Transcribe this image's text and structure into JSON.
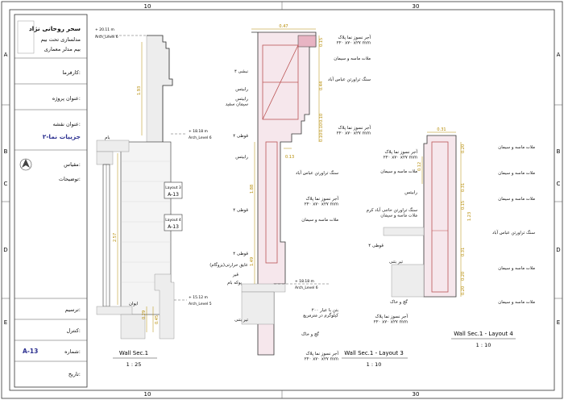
{
  "grid": {
    "top_numbers": [
      "10",
      "30"
    ],
    "bottom_numbers": [
      "10",
      "30"
    ],
    "row_letters": [
      "A",
      "B",
      "C",
      "D",
      "E"
    ]
  },
  "title_block": {
    "firm_line1": "سحر روحانی نژاد",
    "firm_line2": "مدلسازی تحت بیم",
    "firm_line3": "بیم مدلر معماری",
    "employer_label": "کارفرما:",
    "project_label": "عنوان پروژه:",
    "sheet_title_label": "عنوان نقشه:",
    "sheet_title_value": "جزییات نما-۲",
    "scale_label": "مقیاس:",
    "notes_label": "توضیحات:",
    "drawn_label": "ترسیم:",
    "check_label": "کنترل:",
    "number_label": "شماره:",
    "number_value": "A-13",
    "date_label": "تاریخ:"
  },
  "section1": {
    "title": "Wall Sec.1",
    "scale": "1 : 25",
    "levels": [
      {
        "elev": "+ 20.11 m",
        "name": "Arch_Level 6"
      },
      {
        "elev": "+ 18.18 m",
        "name": "Arch_Level 6"
      },
      {
        "elev": "+ 15.12 m",
        "name": "Arch_Level 5"
      }
    ],
    "dims": [
      "1.93",
      "2.57",
      "0.29",
      "0.45"
    ],
    "callouts": [
      {
        "ref": "Layout 3",
        "sheet": "A-13"
      },
      {
        "ref": "Layout 4",
        "sheet": "A-13"
      }
    ],
    "labels": [
      "بام",
      "ایوان"
    ]
  },
  "section3": {
    "title": "Wall Sec.1 - Layout 3",
    "scale": "1 : 10",
    "top_dim": "0.47",
    "right_dims": [
      "0.15",
      "0.44",
      "0.10",
      "0.10",
      "0.10"
    ],
    "inner_dims": [
      "0.13",
      "1.88",
      "1.49"
    ],
    "level": {
      "elev": "+ 18.18 m",
      "name": "Arch_Level 6"
    },
    "left_labels": [
      "نبشی ۴",
      "رابیتس",
      "رابیتس\nسیمان سفید",
      "قوطی ۴",
      "رابیتس",
      "قوطی ۴",
      "قوطی ۴",
      "عایق حرارتی(یزوگام)",
      "قیر",
      "پوکه بام",
      "تیر بتنی"
    ],
    "right_labels": [
      "آجر نسوز نما پلاک\n۲۲۰ x۷۰ x۲۷ mm",
      "ملات ماسه و سیمان",
      "سنگ تراورتن عباس آباد",
      "آجر نسوز نما پلاک\n۲۲۰ x۷۰ x۲۷ mm",
      "سنگ تراورتن عباس آباد",
      "آجر نسوز نما پلاک\n۲۲۰ x۷۰ x۲۷ mm",
      "ملات ماسه و سیمان",
      "بتن با عیار ۲۰۰\nکیلوگرم در مترمربع",
      "گچ و خاک",
      "آجر نسوز نما پلاک\n۲۲۰ x۷۰ x۲۷ mm"
    ]
  },
  "section4": {
    "title": "Wall Sec.1 - Layout 4",
    "scale": "1 : 10",
    "top_dim": "0.31",
    "dims": [
      "0.20",
      "0.12",
      "0.31",
      "0.15",
      "1.23",
      "0.31",
      "0.20",
      "0.20"
    ],
    "left_labels": [
      "آجر نسوز نما پلاک\n۲۲۰ x۷۰ x۲۷ mm",
      "ملات ماسه و سیمان",
      "رابیتس",
      "سنگ تراورتن حاجی آباد کرم\nملات ماسه و سیمان",
      "قوطی ۴",
      "تیر بتنی",
      "گچ و خاک",
      "آجر نسوز نما پلاک\n۲۲۰ x۷۰ x۲۷ mm"
    ],
    "right_labels": [
      "ملات ماسه و سیمان",
      "ملات ماسه و سیمان",
      "ملات ماسه و سیمان",
      "سنگ تراورتن عباس آباد",
      "ملات ماسه و سیمان",
      "ملات ماسه و سیمان"
    ]
  }
}
